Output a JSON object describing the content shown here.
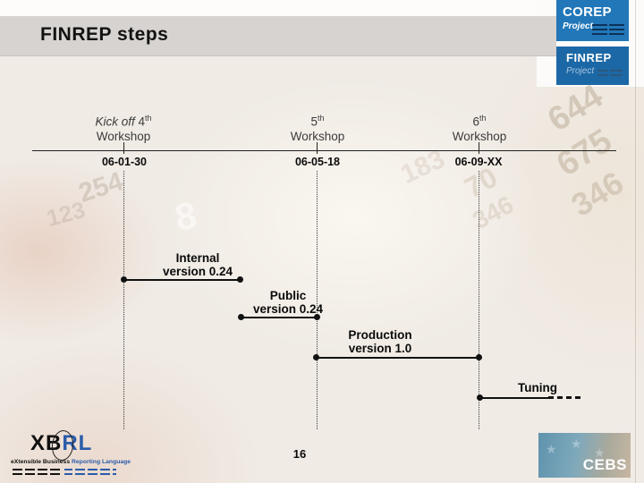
{
  "header": {
    "title": "FINREP steps"
  },
  "logos": {
    "corep": {
      "title": "COREP",
      "subtitle": "Project"
    },
    "finrep": {
      "title": "FINREP",
      "subtitle": "Project"
    },
    "xbrl": {
      "part1": "XB",
      "part2": "RL",
      "tagline1": "eXtensible Business",
      "tagline2": " Reporting Language"
    },
    "cebs": {
      "title": "CEBS",
      "star": "★"
    }
  },
  "timeline": {
    "milestones": [
      {
        "prefix": "Kick off ",
        "number": "4",
        "ordinal": "th",
        "line2": "Workshop",
        "date": "06-01-30"
      },
      {
        "prefix": "",
        "number": "5",
        "ordinal": "th",
        "line2": "Workshop",
        "date": "06-05-18"
      },
      {
        "prefix": "",
        "number": "6",
        "ordinal": "th",
        "line2": "Workshop",
        "date": "06-09-XX"
      }
    ]
  },
  "bars": [
    {
      "line1": "Internal",
      "line2": "version 0.24"
    },
    {
      "line1": "Public",
      "line2": "version 0.24"
    },
    {
      "line1": "Production",
      "line2": "version 1.0"
    },
    {
      "line1": "Tuning",
      "line2": ""
    }
  ],
  "footer": {
    "page_number": "16"
  },
  "watermarks": [
    "254",
    "123",
    "8",
    "644",
    "675",
    "346",
    "70",
    "346",
    "183"
  ],
  "colors": {
    "band_gray": "#d7d3d0",
    "corep_blue": "#2277b9",
    "finrep_blue": "#1c68a6",
    "stripe_navy": "#0c3257",
    "xbrl_blue": "#2a5caa",
    "cebs_blue": "#5e93ad",
    "cebs_tan": "#c7b7a2"
  }
}
